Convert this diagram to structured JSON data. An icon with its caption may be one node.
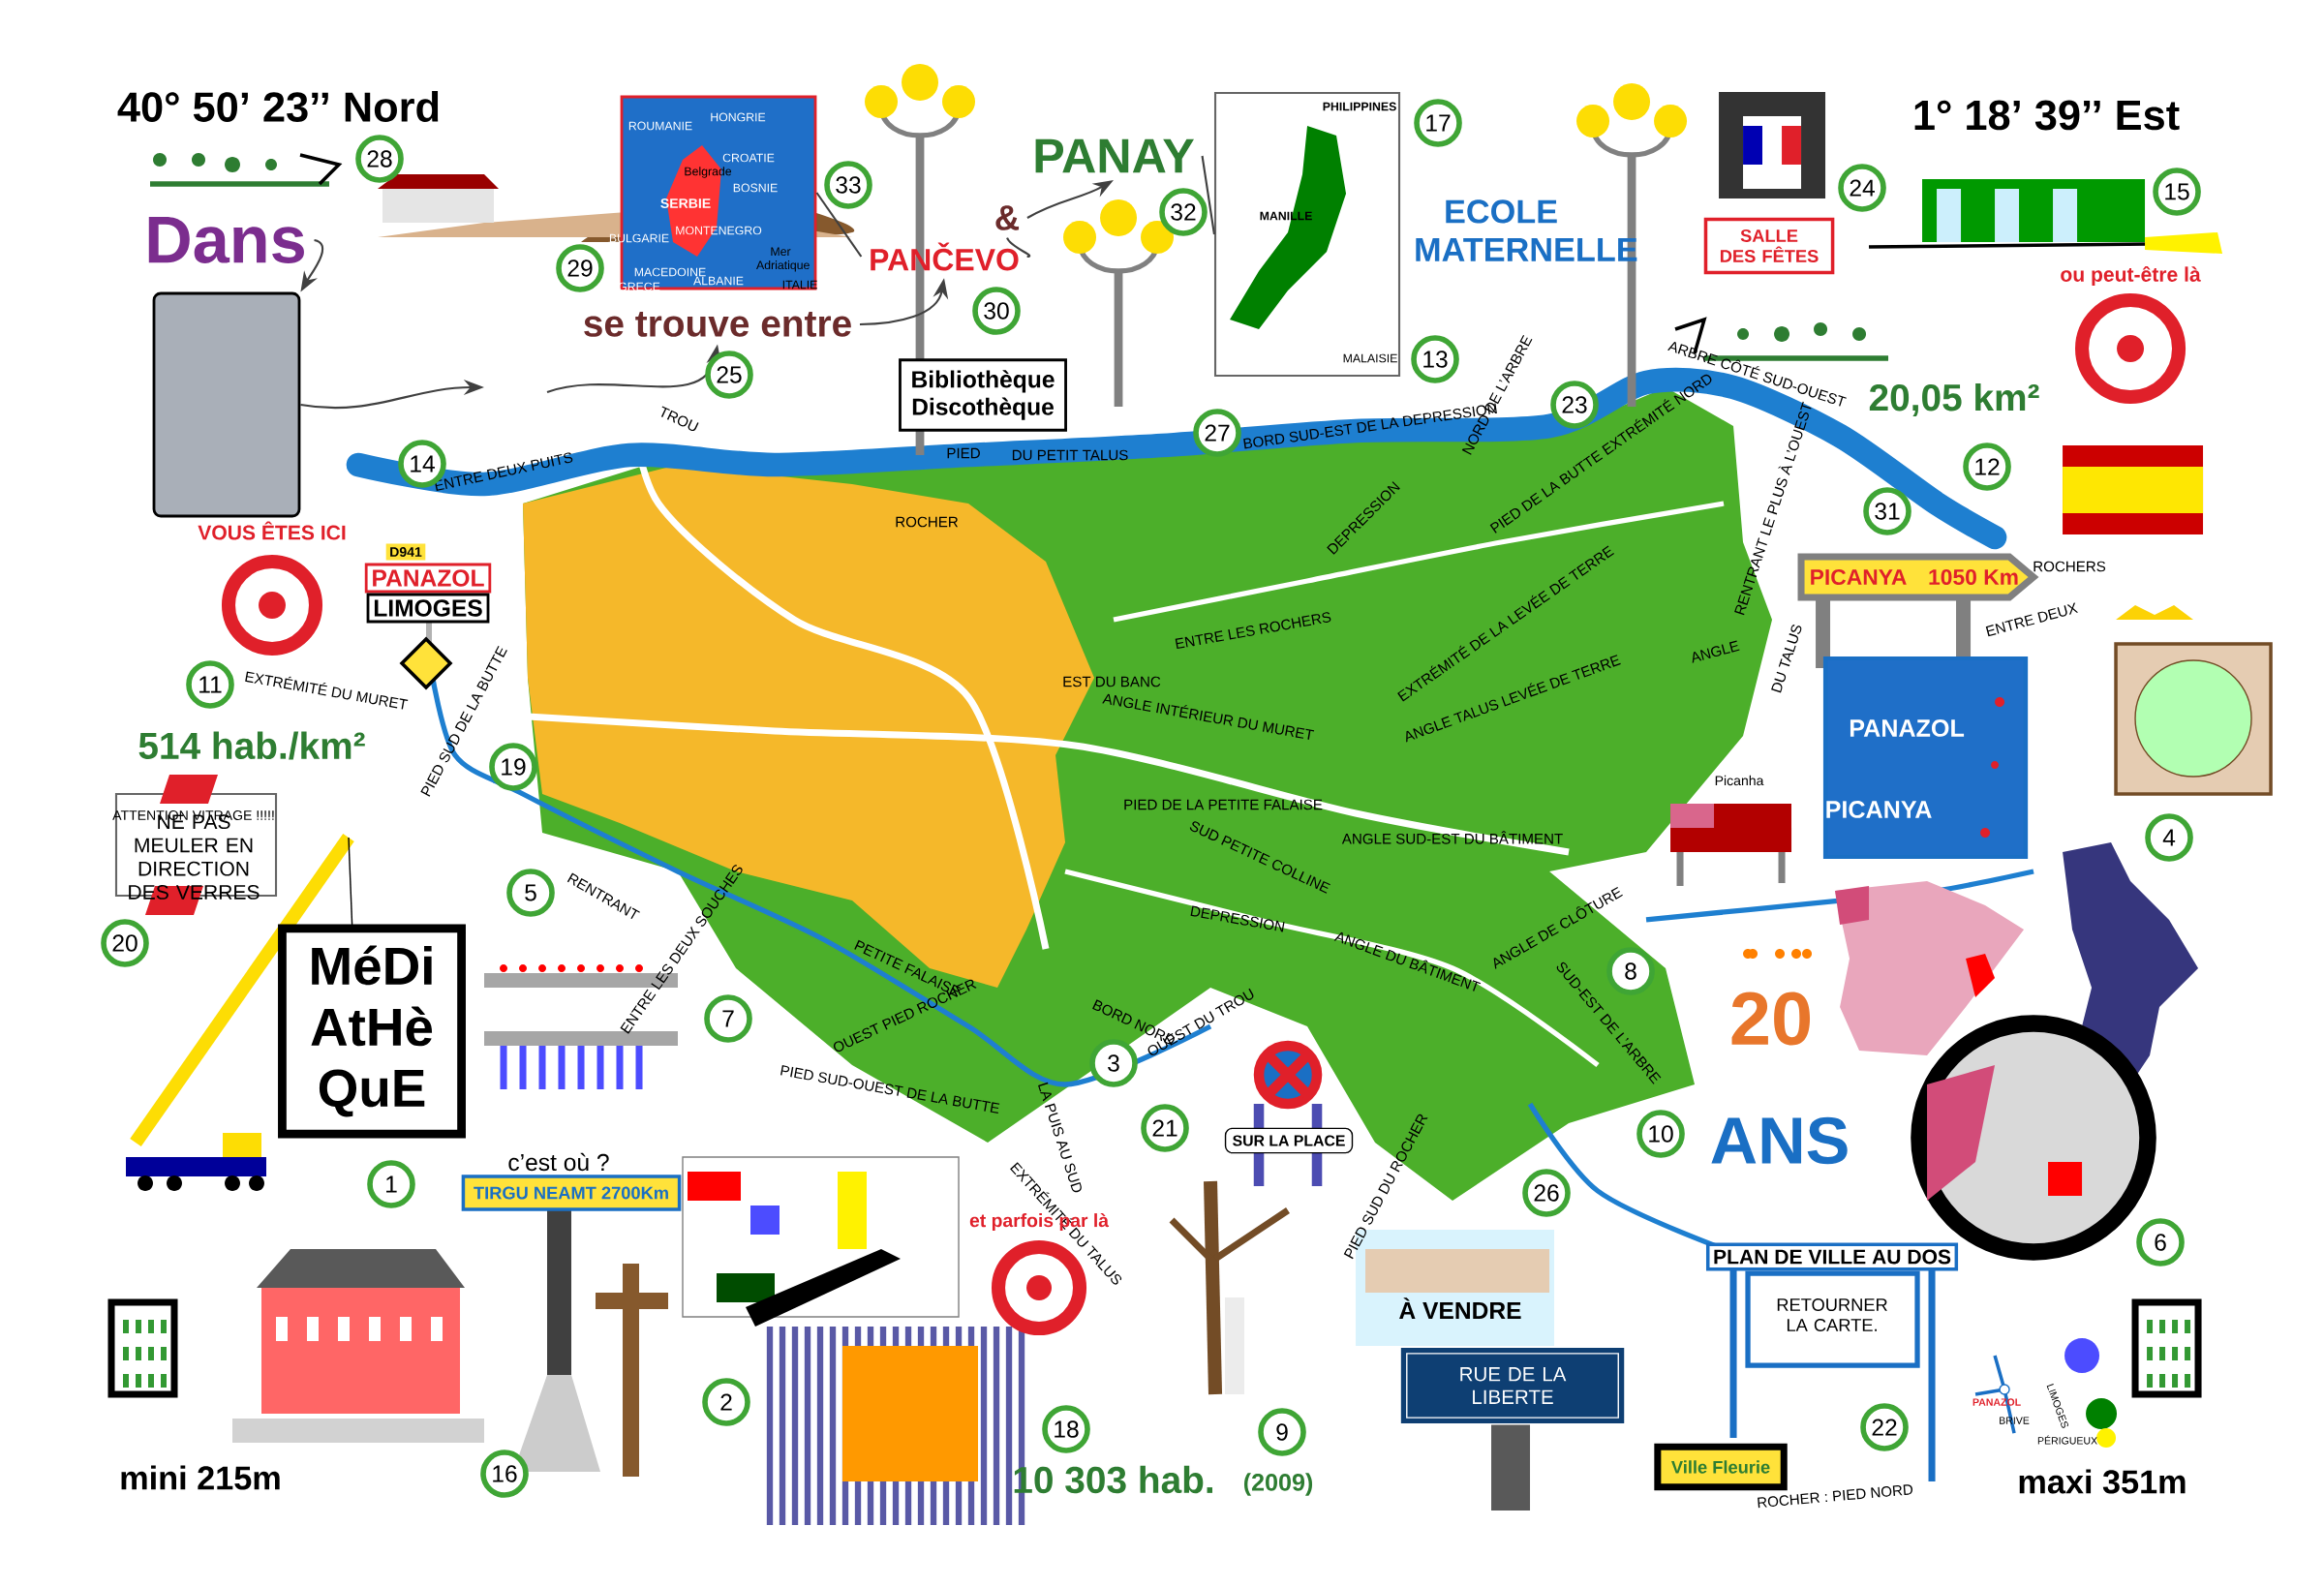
{
  "diagram": {
    "nodes": [
      {
        "text": [
          "Dans"
        ]
      },
      {
        "text": [],
        "shape": "book"
      },
      {
        "text": [
          "se trouve entre"
        ]
      },
      {
        "text": [
          "PANČEVO"
        ]
      },
      {
        "text": [
          "&"
        ]
      },
      {
        "text": [
          "PANAY"
        ]
      },
      {
        "text": [],
        "shape": "picture"
      },
      {
        "text": [],
        "shape": "picture"
      }
    ],
    "edges": [
      {
        "from": 0,
        "to": 1,
        "arrow": "to"
      },
      {
        "from": null,
        "to": 2,
        "arrow": "to"
      },
      {
        "from": 2,
        "to": 3,
        "arrow": "to"
      },
      {
        "from": 3,
        "to": 4,
        "arrow": "none"
      },
      {
        "from": 4,
        "to": 5,
        "arrow": "to"
      },
      {
        "from": 3,
        "to": 6,
        "arrow": "none"
      },
      {
        "from": 5,
        "to": 7,
        "arrow": "none"
      },
      {
        "from": 1,
        "to": null,
        "arrow": "to"
      }
    ],
    "labels": [
      "40° 50’ 23’’ Nord",
      "1° 18’ 39’’ Est",
      "HONGRIE",
      "ROUMANIE",
      "CROATIE",
      "Belgrade",
      "SERBIE",
      "BOSNIE",
      "BULGARIE",
      "MONTENEGRO",
      "MACEDOINE",
      "ALBANIE",
      "Mer Adriatique",
      "GRECE",
      "ITALIE",
      "PHILIPPINES",
      "MANILLE",
      "MALAISIE",
      "ECOLE MATERNELLE",
      "SALLE DES FÊTES",
      "Bibliothèque Discothèque",
      "20,05 km²",
      "D941",
      "PANAZOL",
      "LIMOGES",
      "VOUS ÊTES ICI",
      "ou peut-être là",
      "PICANYA",
      "1050 Km",
      "PANAZOL",
      "PICANYA",
      "Picanha",
      "514 hab./km²",
      "ATTENTION VITRAGE !!!!!",
      "NE PAS MEULER EN DIRECTION DES VERRES",
      "MéDi AtHè QuE",
      "20",
      "ANS",
      "SUR LA PLACE",
      "c’est où ?",
      "TIRGU NEAMT 2700Km",
      "et parfois par là",
      "À VENDRE",
      "RUE DE LA LIBERTE",
      "PLAN DE VILLE AU DOS",
      "RETOURNER LA CARTE.",
      "Ville Fleurie",
      "PANAZOL",
      "LIMOGES",
      "BRIVE",
      "PÉRIGUEUX",
      "mini 215m",
      "10 303 hab.",
      "(2009)",
      "maxi 351m",
      "TROU",
      "ENTRE DEUX PUITS",
      "PIED",
      "DU PETIT TALUS",
      "BORD SUD-EST DE LA DEPRESSION",
      "NORD DE L’ARBRE",
      "ARBRE CÔTÉ SUD-OUEST",
      "PIED DE LA BUTTE EXTRÉMITÉ NORD",
      "RENTRANT LE PLUS À L’OUEST",
      "ANGLE",
      "DU TALUS",
      "ENTRE DEUX",
      "ROCHERS",
      "EXTRÉMITÉ DU MURET",
      "PIED SUD DE LA BUTTE",
      "RENTRANT",
      "ENTRE LES DEUX SOUCHES",
      "PETITE FALAISE",
      "OUEST PIED ROCHER",
      "BORD NORD",
      "OUEST DU TROU",
      "PIED SUD-OUEST DE LA BUTTE",
      "LA PUIS AU SUD",
      "EXTRÉMITÉ DU TALUS",
      "PIED SUD DU ROCHER",
      "ROCHER : PIED NORD",
      "ANGLE DE CLÔTURE",
      "SUD-EST DE L’ARBRE",
      "ANGLE DU BÂTIMENT",
      "DEPRESSION",
      "SUD PETITE COLLINE",
      "PIED DE LA PETITE FALAISE",
      "ANGLE SUD-EST DU BÂTIMENT",
      "ANGLE INTÉRIEUR DU MURET",
      "ANGLE TALUS LEVÉE DE TERRE",
      "EXTRÉMITÉ DE LA LEVÉE DE TERRE",
      "ENTRE LES ROCHERS",
      "EST DU BANC",
      "ROCHER",
      "DEPRESSION",
      "1",
      "2",
      "3",
      "4",
      "5",
      "6",
      "7",
      "8",
      "9",
      "10",
      "11",
      "12",
      "13",
      "14",
      "15",
      "16",
      "17",
      "18",
      "19",
      "20",
      "21",
      "22",
      "23",
      "24",
      "25",
      "26",
      "27",
      "28",
      "29",
      "30",
      "31",
      "32",
      "33"
    ]
  }
}
